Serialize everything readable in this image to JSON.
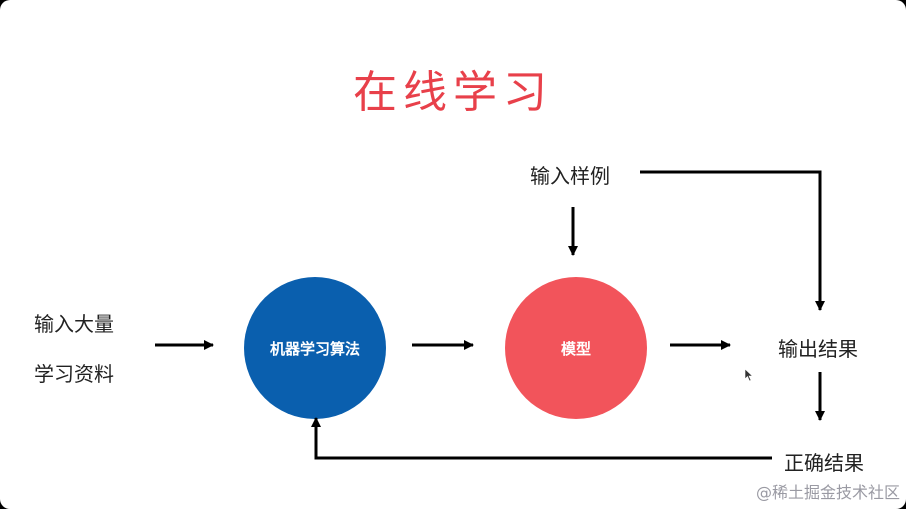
{
  "title": "在线学习",
  "input_data": {
    "line1": "输入大量",
    "line2": "学习资料"
  },
  "algorithm": {
    "label": "机器学习算法",
    "color": "#0a5fae"
  },
  "model": {
    "label": "模型",
    "color": "#f2545b"
  },
  "sample_input": "输入样例",
  "output_result": "输出结果",
  "correct_result": "正确结果",
  "watermark": "@稀土掘金技术社区",
  "colors": {
    "title": "#e8404a",
    "arrow": "#000000",
    "text": "#222222"
  }
}
